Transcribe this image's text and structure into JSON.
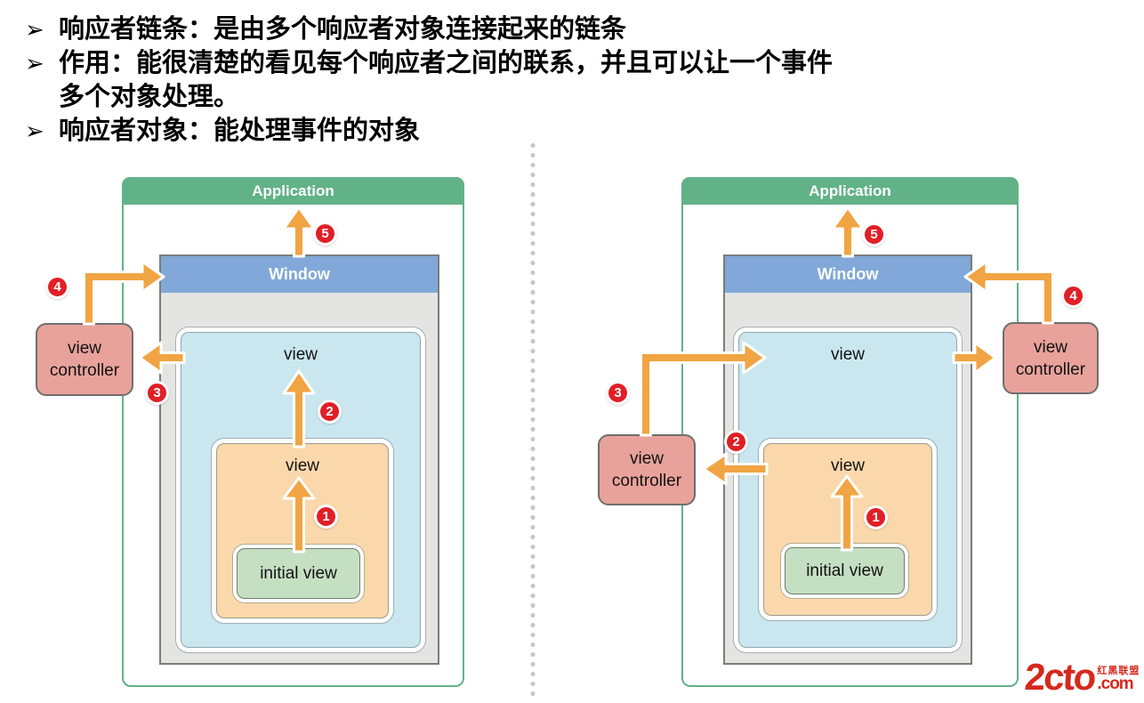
{
  "bullets": {
    "marker": "➢",
    "items": [
      {
        "text": "响应者链条：是由多个响应者对象连接起来的链条"
      },
      {
        "text": "作用：能很清楚的看见每个响应者之间的联系，并且可以让一个事件",
        "text2": "多个对象处理。"
      },
      {
        "text": "响应者对象：能处理事件的对象"
      }
    ]
  },
  "diagram": {
    "application_label": "Application",
    "window_label": "Window",
    "view_label": "view",
    "initial_view_label": "initial view",
    "view_controller_label": "view controller",
    "view_controller_line1": "view",
    "view_controller_line2": "controller",
    "badges": {
      "b1": "1",
      "b2": "2",
      "b3": "3",
      "b4": "4",
      "b5": "5"
    }
  },
  "watermark": {
    "brand": "2cto",
    "suffix": ".com",
    "tagline": "红黑联盟"
  },
  "colors": {
    "app_green": "#62b287",
    "window_blue": "#81a8d8",
    "window_gray": "#e4e5e3",
    "view_blue": "#cae7ef",
    "view_orange": "#fad8ab",
    "initial_green": "#c5dfc3",
    "controller_pink": "#e8a29b",
    "arrow_orange": "#f1a443",
    "badge_red": "#e11f26",
    "logo_red": "#d7281d",
    "dots": "#c7c7c7"
  }
}
